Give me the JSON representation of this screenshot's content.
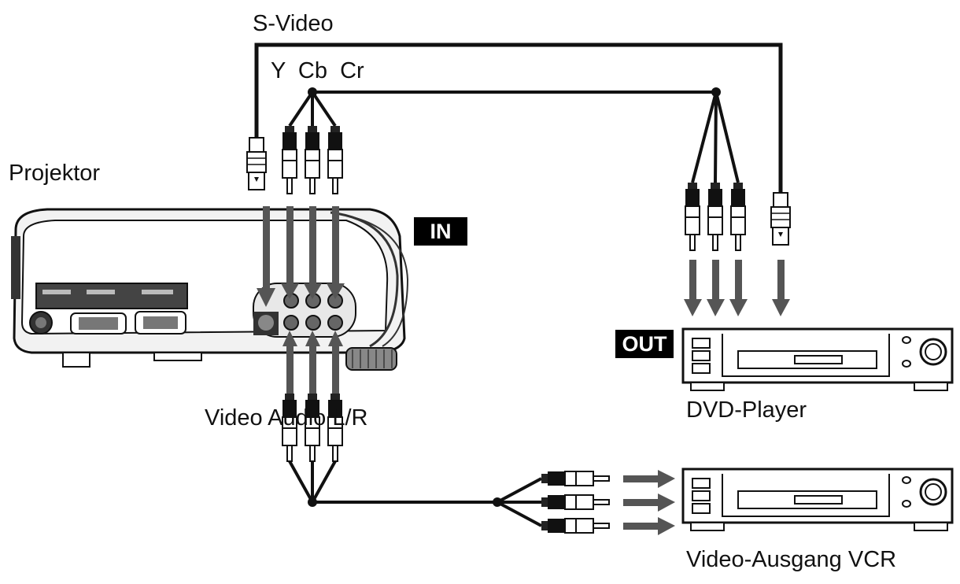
{
  "labels": {
    "svideo": "S-Video",
    "ycbcr": "Y  Cb  Cr",
    "projector": "Projektor",
    "in_tag": "IN",
    "out_tag": "OUT",
    "av": "Video Audio L/R",
    "dvd": "DVD-Player",
    "vcr": "Video-Ausgang VCR"
  },
  "colors": {
    "line": "#111111",
    "arrow": "#555555",
    "background": "#ffffff"
  }
}
